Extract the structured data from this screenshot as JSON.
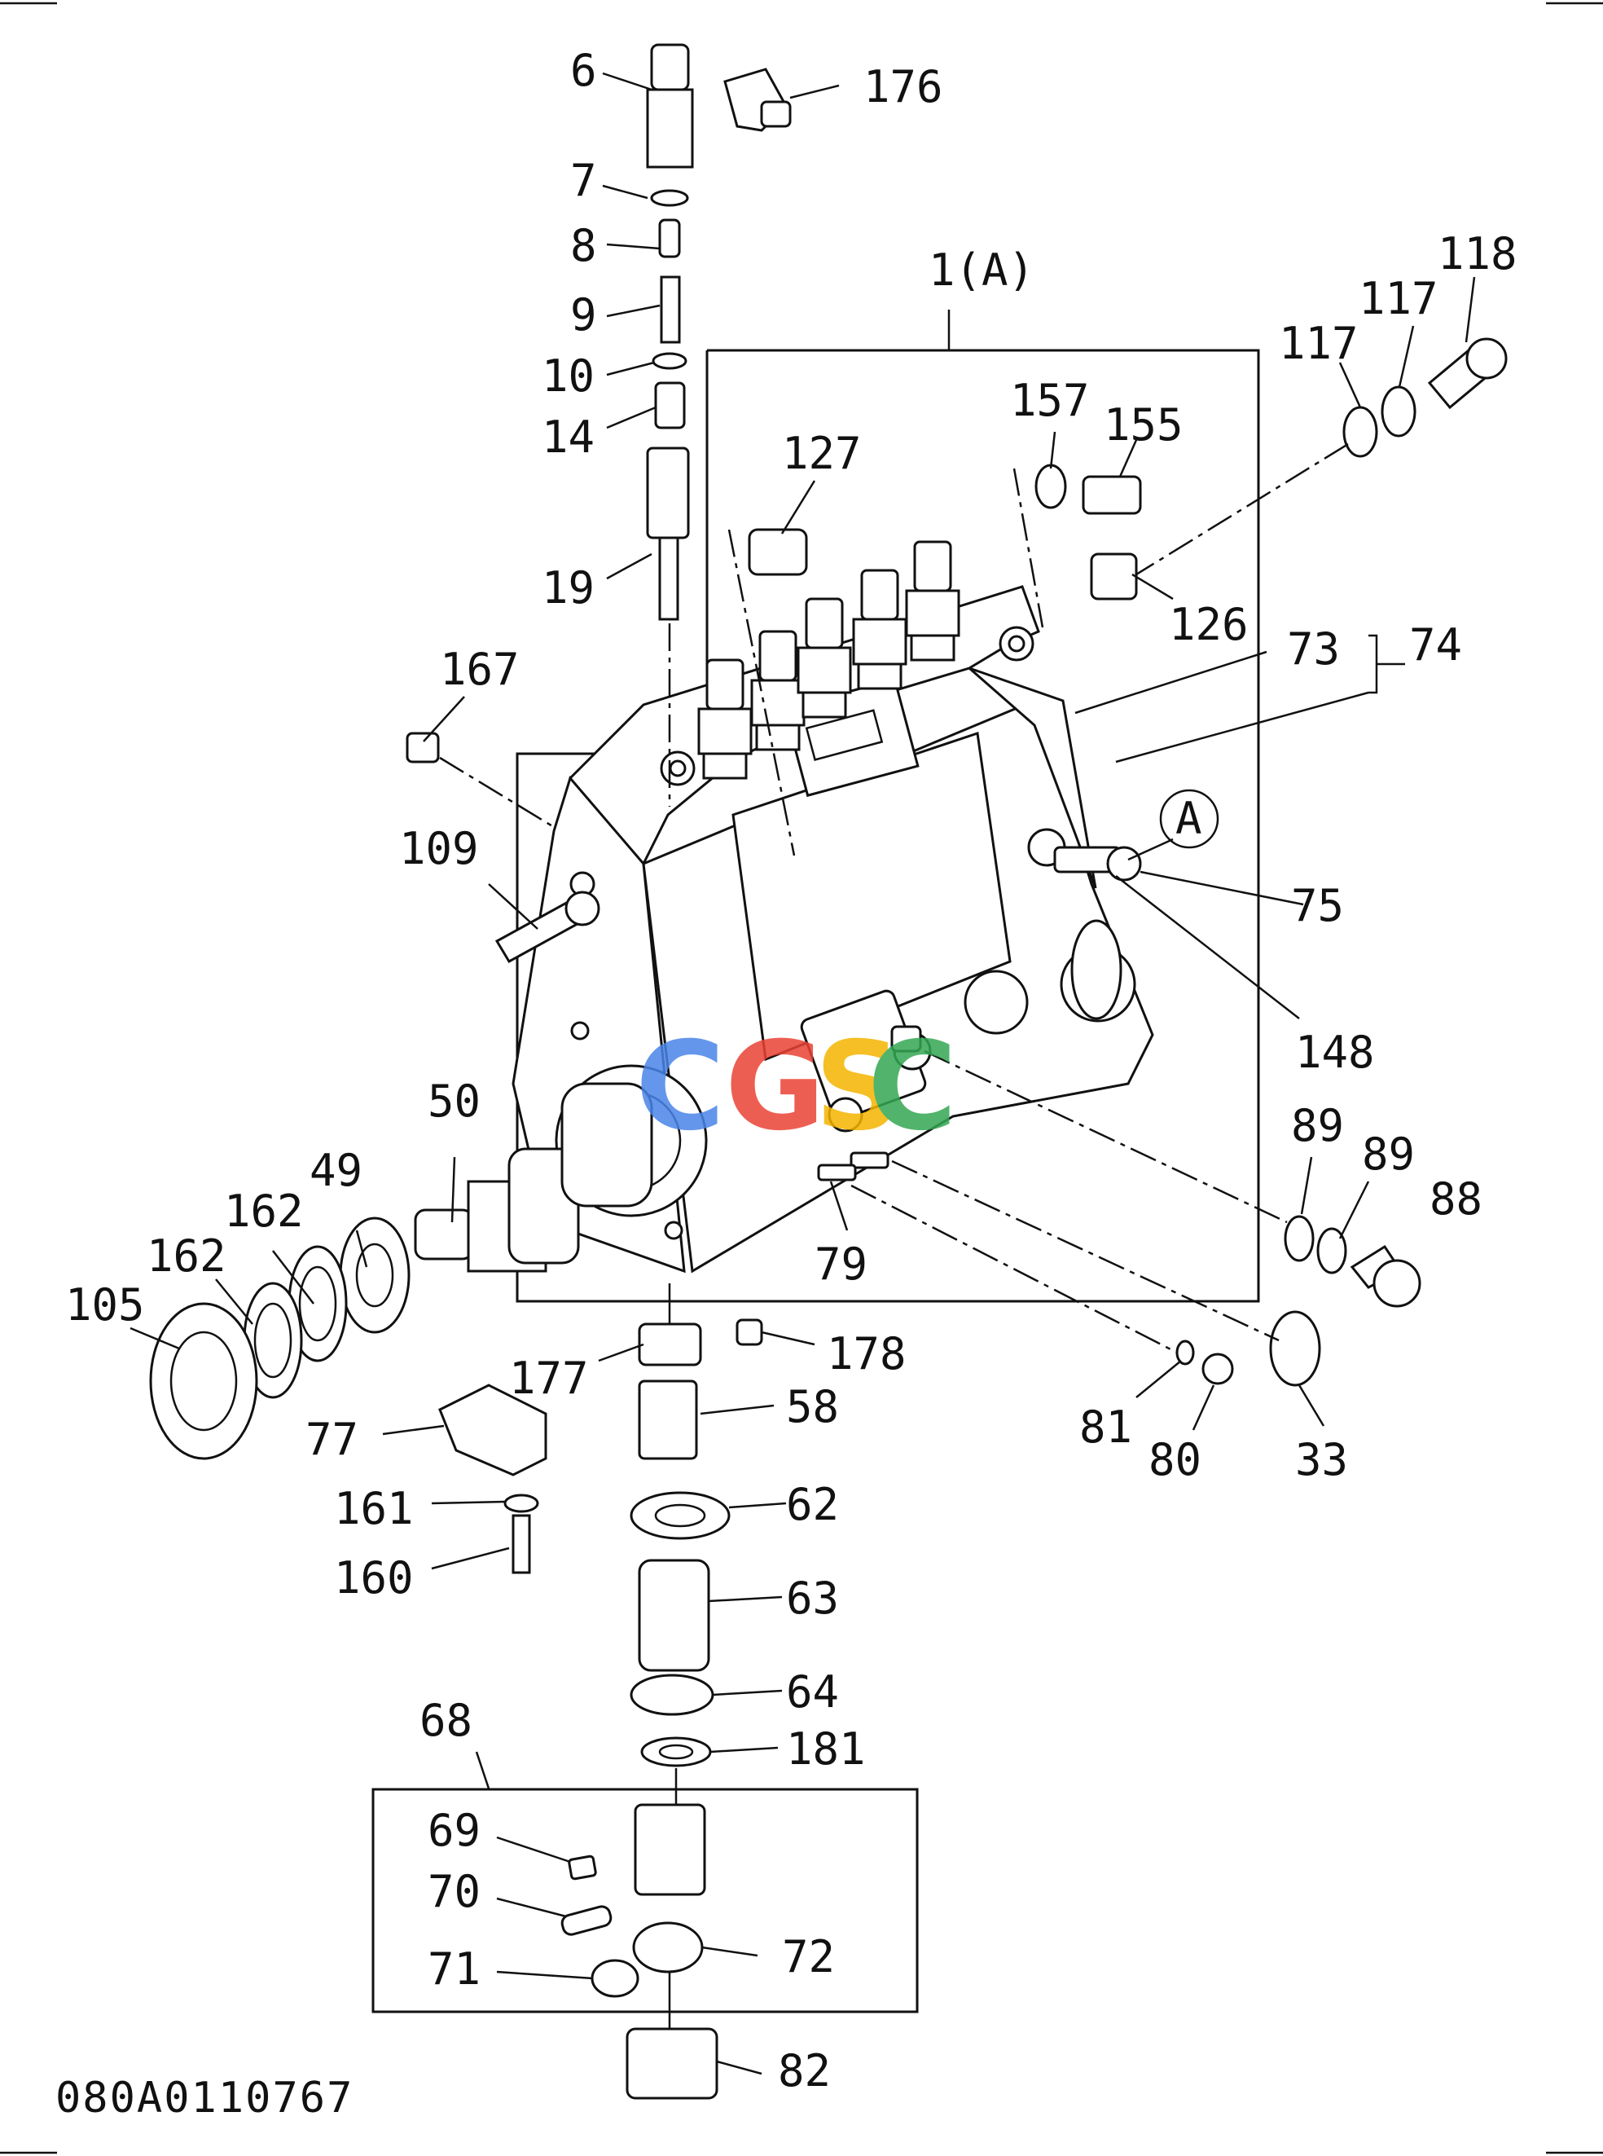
{
  "document_id": "080A0110767",
  "watermark": {
    "letters": [
      "C",
      "G",
      "S",
      "C"
    ],
    "colors": [
      "#4a86e8",
      "#ea4335",
      "#f4b400",
      "#34a853"
    ]
  },
  "callouts": {
    "p6": "6",
    "p7": "7",
    "p8": "8",
    "p9": "9",
    "p10": "10",
    "p14": "14",
    "p19": "19",
    "p176": "176",
    "p1a": "1(A)",
    "p118": "118",
    "p117a": "117",
    "p117b": "117",
    "p157": "157",
    "p155": "155",
    "p127": "127",
    "p126": "126",
    "p73": "73",
    "p74": "74",
    "p167": "167",
    "pA": "A",
    "p75": "75",
    "p109": "109",
    "p148": "148",
    "p50": "50",
    "p49": "49",
    "p162a": "162",
    "p162b": "162",
    "p105": "105",
    "p89a": "89",
    "p89b": "89",
    "p88": "88",
    "p79": "79",
    "p177": "177",
    "p178": "178",
    "p58": "58",
    "p77": "77",
    "p81": "81",
    "p80": "80",
    "p33": "33",
    "p161": "161",
    "p62": "62",
    "p160": "160",
    "p63": "63",
    "p64": "64",
    "p68": "68",
    "p181": "181",
    "p69": "69",
    "p70": "70",
    "p72": "72",
    "p71": "71",
    "p82": "82"
  }
}
